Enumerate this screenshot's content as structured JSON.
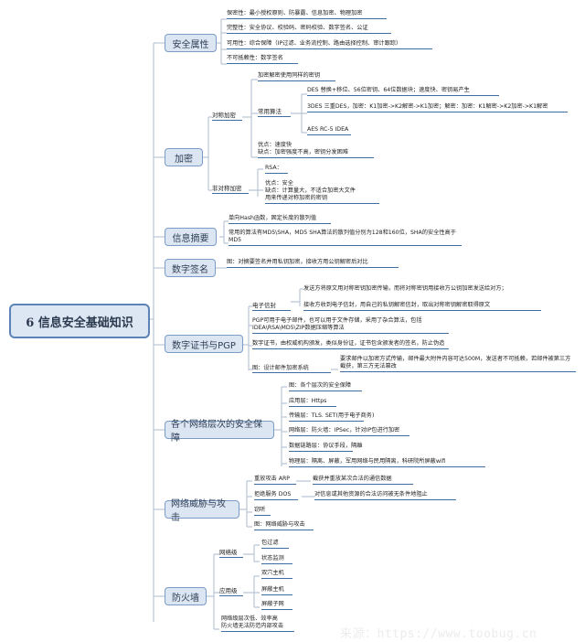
{
  "root": {
    "label": "6 信息安全基础知识"
  },
  "branches": {
    "security_attributes": {
      "label": "安全属性",
      "items": [
        "保密性：最小授权原则、防暴露、信息加密、物理加密",
        "完整性：安全协议、校验码、密码校验、数字签名、公证",
        "可用性：综合保障（IP过滤、业务流控制、路由选择控制、审计跟踪）",
        "不可抵赖性：数字签名"
      ]
    },
    "encryption": {
      "label": "加密",
      "symmetric": {
        "label": "对称加密",
        "same_key": "加密解密使用同样的密钥",
        "common_algorithms": {
          "label": "常用算法",
          "items": [
            "DES 替换+移位、56位密钥、64位数据块；速度快、密钥易产生",
            "3DES 三重DES，加密：K1加密->K2解密->K1加密；解密：加密：K1解密->K2加密->K1解密",
            "AES RC-5 IDEA"
          ]
        },
        "pros": "优点：速度快",
        "cons": "缺点：加密强度不高，密钥分发困难"
      },
      "asymmetric": {
        "label": "非对称加密",
        "rsa": "RSA：",
        "pros": "优点：安全",
        "cons": "缺点：计算量大，不适合加密大文件",
        "usage": "用来传递对称加密的密钥"
      }
    },
    "digest": {
      "label": "信息摘要",
      "items": [
        "单向Hash函数，固定长度的散列值",
        "常用的算法有MD5\\SHA，MD5 SHA算法的散列值分别为128和160位，SHA的安全性高于MD5"
      ]
    },
    "signature": {
      "label": "数字签名",
      "items": [
        "图：对摘要签名并用私钥加密，接收方用公钥解密后对比"
      ]
    },
    "cert_pgp": {
      "label": "数字证书与PGP",
      "envelope": {
        "label": "电子信封",
        "line1": "发送方将原文用对称密钥加密传输，而将对称密钥用接收方公钥加密发送给对方；",
        "line2": "接收方收到电子信封，用自己的私钥解密信封，取出对称密钥解密取得原文"
      },
      "pgp": "PGP可用于电子邮件，也可以用于文件存储，采用了杂合算法，包括IDEA\\RSA\\MD5\\ZIP数据压缩等算法",
      "certificate": "数字证书，由权威机构颁发，类似身份证，证书包含颁发者的签名，防止伪造",
      "mail_system": {
        "label": "图：设计邮件加密系统",
        "detail": "要求邮件以加密方式传输，邮件最大附件内容可达500M，发送者不可抵赖，若邮件被第三方截获，第三方无法篡改"
      }
    },
    "network_layers": {
      "label": "各个网络层次的安全保障",
      "items": [
        "图：各个层次的安全保障",
        "应用层：Https",
        "传输层：TLS. SET(用于电子商务)",
        "网络层：防火墙：IPSec，针对IP包进行加密",
        "数据链路层：协议手段，隔離",
        "物理层：隔离、屏蔽，军用网络与民用隔离，科研院所屏蔽wifi"
      ]
    },
    "threats": {
      "label": "网络威胁与攻击",
      "replay": {
        "label": "重放攻击 ARP",
        "detail": "截获并重放某次合法的通信数据"
      },
      "dos": {
        "label": "拒绝服务 DOS",
        "detail": "对信息或其他资源的合法访问被无条件地阻止"
      },
      "sniff": "窃听",
      "figure": "图：网络威胁与攻击"
    },
    "firewall": {
      "label": "防火墙",
      "network_level": {
        "label": "网络级",
        "items": [
          "包过滤",
          "状态监测"
        ]
      },
      "application_level": {
        "label": "应用级",
        "items": [
          "双穴主机",
          "屏蔽主机",
          "屏蔽子网"
        ]
      },
      "note1": "网络级层次低、效率高",
      "note2": "防火墙无法防范内部攻击"
    }
  },
  "watermark": "来源：https://www.toobug.cn",
  "colors": {
    "topic_border": "#7a9cc6",
    "topic_fill": "#dce6f2",
    "underline": "#3f6d9e",
    "connector": "#b8c7d8"
  }
}
